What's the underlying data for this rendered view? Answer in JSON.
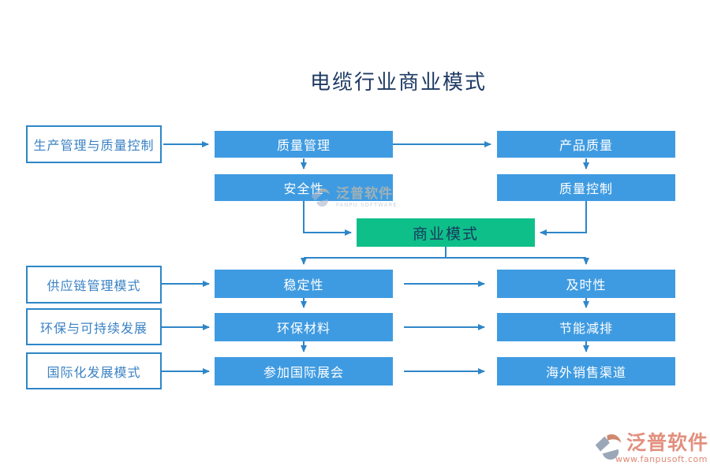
{
  "title": "电缆行业商业模式",
  "colors": {
    "node_blue": "#3F9BE1",
    "node_green": "#0FBF89",
    "node_text": "#FFFFFF",
    "arrow_blue": "#2E86C8",
    "outline_box_border": "#2E86C8",
    "outline_box_text": "#3B82C4",
    "title_text": "#1E3A63",
    "green_box_text": "#17395E",
    "logo_coral": "#E2907E",
    "logo_crescent": "#D08870",
    "logo_gray": "#9AA7B8",
    "logo_url_text": "#DE8874",
    "watermark_tan": "#D8C0A0",
    "watermark_gray": "#AEB9CC"
  },
  "left_boxes": [
    {
      "label": "生产管理与质量控制"
    },
    {
      "label": "供应链管理模式"
    },
    {
      "label": "环保与可持续发展"
    },
    {
      "label": "国际化发展模式"
    }
  ],
  "mid_nodes": [
    {
      "label": "质量管理"
    },
    {
      "label": "安全性"
    },
    {
      "label": "稳定性"
    },
    {
      "label": "环保材料"
    },
    {
      "label": "参加国际展会"
    }
  ],
  "right_nodes": [
    {
      "label": "产品质量"
    },
    {
      "label": "质量控制"
    },
    {
      "label": "及时性"
    },
    {
      "label": "节能减排"
    },
    {
      "label": "海外销售渠道"
    }
  ],
  "center_node": {
    "label": "商业模式"
  },
  "watermark": {
    "text": "泛普软件",
    "subtext": "FANPU SOFTWARE"
  },
  "footer_logo": {
    "text": "泛普软件",
    "url": "www.fanpusoft.com"
  },
  "icons": {
    "watermark_icon": "fanpu-swirl-logo",
    "footer_icon": "fanpu-swirl-logo"
  }
}
